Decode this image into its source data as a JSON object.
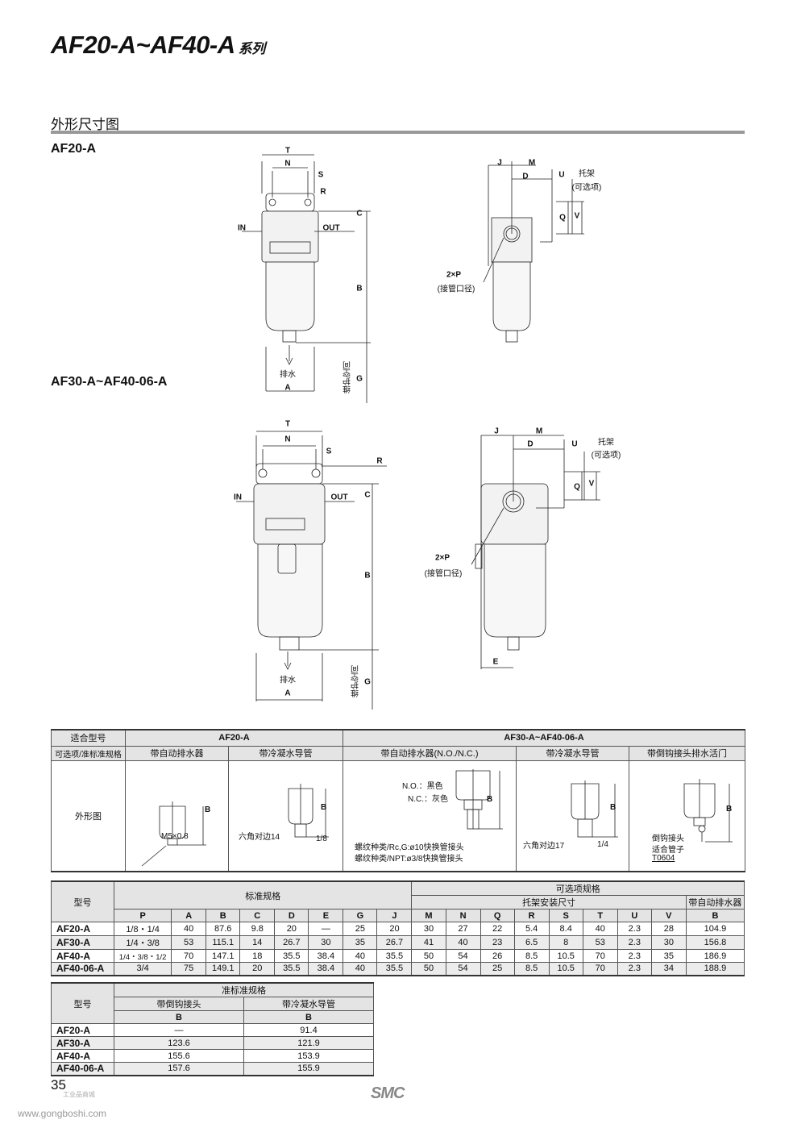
{
  "title": {
    "main": "AF20-A~AF40-A",
    "suffix": "系列"
  },
  "section": "外形尺寸图",
  "diagram1": {
    "heading": "AF20-A",
    "T": "T",
    "N": "N",
    "S": "S",
    "R": "R",
    "C": "C",
    "IN": "IN",
    "OUT": "OUT",
    "B": "B",
    "drain": "排水",
    "A": "A",
    "space": "维护空间",
    "G": "G"
  },
  "diagram2": {
    "J": "J",
    "M": "M",
    "D": "D",
    "U": "U",
    "bracket": "托架",
    "optional": "(可选项)",
    "Q": "Q",
    "V": "V",
    "port": "2×P",
    "port_note": "(接管口径)"
  },
  "diagram3": {
    "heading": "AF30-A~AF40-06-A",
    "T": "T",
    "N": "N",
    "S": "S",
    "R": "R",
    "C": "C",
    "IN": "IN",
    "OUT": "OUT",
    "B": "B",
    "drain": "排水",
    "A": "A",
    "space": "维护空间",
    "G": "G"
  },
  "diagram4": {
    "J": "J",
    "M": "M",
    "D": "D",
    "U": "U",
    "bracket": "托架",
    "optional": "(可选项)",
    "Q": "Q",
    "V": "V",
    "port": "2×P",
    "port_note": "(接管口径)",
    "E": "E"
  },
  "options_table": {
    "row1_label": "适合型号",
    "group1": "AF20-A",
    "group2": "AF30-A~AF40-06-A",
    "row2_label": "可选项/准标准规格",
    "cols": [
      "带自动排水器",
      "带冷凝水导管",
      "带自动排水器(N.O./N.C.)",
      "带冷凝水导管",
      "带倒钩接头排水活门"
    ],
    "row3_label": "外形图",
    "c1": {
      "thread": "M5×0.8",
      "B": "B"
    },
    "c2": {
      "hex": "六角对边14",
      "size": "1/8",
      "B": "B"
    },
    "c3": {
      "no": "N.O.：黑色",
      "nc": "N.C.：灰色",
      "note1": "螺纹种类/Rc,G:ø10快换管接头",
      "note2": "螺纹种类/NPT:ø3/8快换管接头",
      "B": "B"
    },
    "c4": {
      "hex": "六角对边17",
      "size": "1/4",
      "B": "B"
    },
    "c5": {
      "l1": "倒钩接头",
      "l2": "适合管子",
      "l3": "T0604",
      "B": "B"
    }
  },
  "main_table": {
    "model": "型号",
    "standard": "标准规格",
    "optional": "可选项规格",
    "bracket": "托架安装尺寸",
    "autodrain": "带自动排水器",
    "headers": [
      "P",
      "A",
      "B",
      "C",
      "D",
      "E",
      "G",
      "J",
      "M",
      "N",
      "Q",
      "R",
      "S",
      "T",
      "U",
      "V",
      "B"
    ],
    "rows": [
      [
        "AF20-A",
        "1/8・1/4",
        "40",
        "87.6",
        "9.8",
        "20",
        "—",
        "25",
        "20",
        "30",
        "27",
        "22",
        "5.4",
        "8.4",
        "40",
        "2.3",
        "28",
        "104.9"
      ],
      [
        "AF30-A",
        "1/4・3/8",
        "53",
        "115.1",
        "14",
        "26.7",
        "30",
        "35",
        "26.7",
        "41",
        "40",
        "23",
        "6.5",
        "8",
        "53",
        "2.3",
        "30",
        "156.8"
      ],
      [
        "AF40-A",
        "1/4・3/8・1/2",
        "70",
        "147.1",
        "18",
        "35.5",
        "38.4",
        "40",
        "35.5",
        "50",
        "54",
        "26",
        "8.5",
        "10.5",
        "70",
        "2.3",
        "35",
        "186.9"
      ],
      [
        "AF40-06-A",
        "3/4",
        "75",
        "149.1",
        "20",
        "35.5",
        "38.4",
        "40",
        "35.5",
        "50",
        "54",
        "25",
        "8.5",
        "10.5",
        "70",
        "2.3",
        "34",
        "188.9"
      ]
    ]
  },
  "semi_table": {
    "model": "型号",
    "group": "准标准规格",
    "cols": [
      "带倒钩接头",
      "带冷凝水导管"
    ],
    "sub": [
      "B",
      "B"
    ],
    "rows": [
      [
        "AF20-A",
        "—",
        "91.4"
      ],
      [
        "AF30-A",
        "123.6",
        "121.9"
      ],
      [
        "AF40-A",
        "155.6",
        "153.9"
      ],
      [
        "AF40-06-A",
        "157.6",
        "155.9"
      ]
    ]
  },
  "footer": {
    "page": "35",
    "brand": "SMC",
    "wm_cn": "工业品商城",
    "wm_url": "www.gongboshi.com"
  }
}
